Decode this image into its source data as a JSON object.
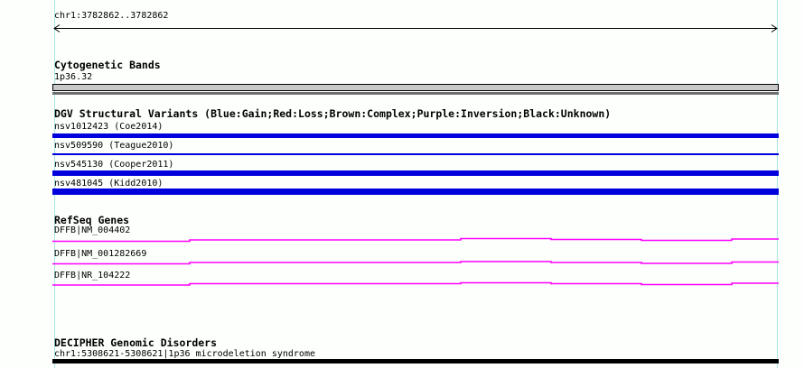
{
  "region": {
    "label": "chr1:3782862..3782862"
  },
  "colors": {
    "background": "#FCFFFB",
    "selection_guide": "#A8E6E6",
    "dgv_gain_blue": "#0000DD",
    "gene_magenta": "#FF00FF",
    "cytoband_gray": "#C8C8C8",
    "cytoband_stalk_gray": "#6E6E6E",
    "decipher_black": "#000000"
  },
  "tracks": {
    "cytobands": {
      "title": "Cytogenetic Bands",
      "bands": [
        {
          "label": "1p36.32"
        }
      ]
    },
    "dgv": {
      "title": "DGV Structural Variants (Blue:Gain;Red:Loss;Brown:Complex;Purple:Inversion;Black:Unknown)",
      "variants": [
        {
          "label": "nsv1012423 (Coe2014)"
        },
        {
          "label": "nsv509590 (Teague2010)"
        },
        {
          "label": "nsv545130 (Cooper2011)"
        },
        {
          "label": "nsv481045 (Kidd2010)"
        }
      ]
    },
    "refseq": {
      "title": "RefSeq Genes",
      "genes": [
        {
          "label": "DFFB|NM_004402"
        },
        {
          "label": "DFFB|NM_001282669"
        },
        {
          "label": "DFFB|NR_104222"
        }
      ]
    },
    "decipher": {
      "title": "DECIPHER Genomic Disorders",
      "entries": [
        {
          "label": "chr1:5308621-5308621|1p36 microdeletion syndrome"
        }
      ]
    }
  }
}
